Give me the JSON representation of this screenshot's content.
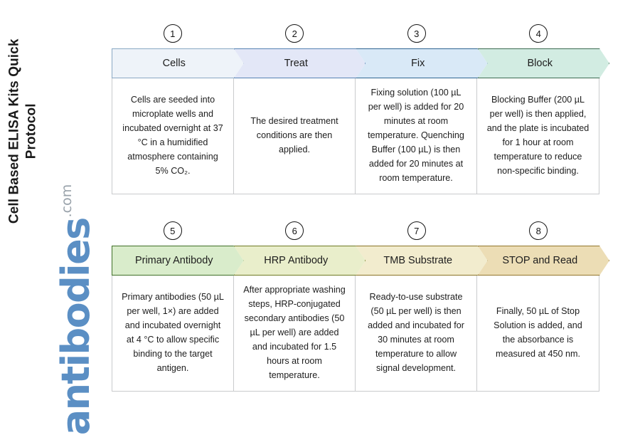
{
  "document": {
    "title": "Cell Based ELISA Kits Quick Protocol",
    "brand_name": "antibodies",
    "brand_tld": ".com",
    "brand_color": "#5b8fc4",
    "brand_tld_color": "#9aa3ab"
  },
  "rows": [
    {
      "name": "row-1",
      "steps": [
        {
          "number": "1",
          "label": "Cells",
          "description": "Cells are seeded into microplate wells and incubated overnight at 37 °C in a humidified atmosphere containing 5% CO₂.",
          "fill": "#eef3f9",
          "border": "#8aa8c4"
        },
        {
          "number": "2",
          "label": "Treat",
          "description": "The desired treatment conditions are then applied.",
          "fill": "#e3e7f7",
          "border": "#5682b3"
        },
        {
          "number": "3",
          "label": "Fix",
          "description": "Fixing solution (100 µL per well) is added for 20 minutes at room temperature. Quenching Buffer (100 µL) is then added for 20 minutes at room temperature.",
          "fill": "#d9e9f7",
          "border": "#2f6591"
        },
        {
          "number": "4",
          "label": "Block",
          "description": "Blocking Buffer (200 µL per well) is then applied, and the plate is incubated for 1 hour at room temperature to reduce non-specific binding.",
          "fill": "#d2ece2",
          "border": "#3c6b52"
        }
      ]
    },
    {
      "name": "row-2",
      "steps": [
        {
          "number": "5",
          "label": "Primary Antibody",
          "description": "Primary antibodies (50 µL per well, 1×) are added and incubated overnight at 4 °C to allow specific binding to the target antigen.",
          "fill": "#d9eccb",
          "border": "#3f7027"
        },
        {
          "number": "6",
          "label": "HRP Antibody",
          "description": "After appropriate washing steps, HRP-conjugated secondary antibodies (50 µL per well) are added and incubated for 1.5 hours at room temperature.",
          "fill": "#e9eecb",
          "border": "#6f7a24"
        },
        {
          "number": "7",
          "label": "TMB Substrate",
          "description": "Ready-to-use substrate (50 µL per well) is then added and incubated for 30 minutes at room temperature to allow signal development.",
          "fill": "#f2ecce",
          "border": "#8a7426"
        },
        {
          "number": "8",
          "label": "STOP and Read",
          "description": "Finally, 50 µL of Stop Solution is added, and the absorbance is measured at 450 nm.",
          "fill": "#ecddb5",
          "border": "#93762b"
        }
      ]
    }
  ]
}
